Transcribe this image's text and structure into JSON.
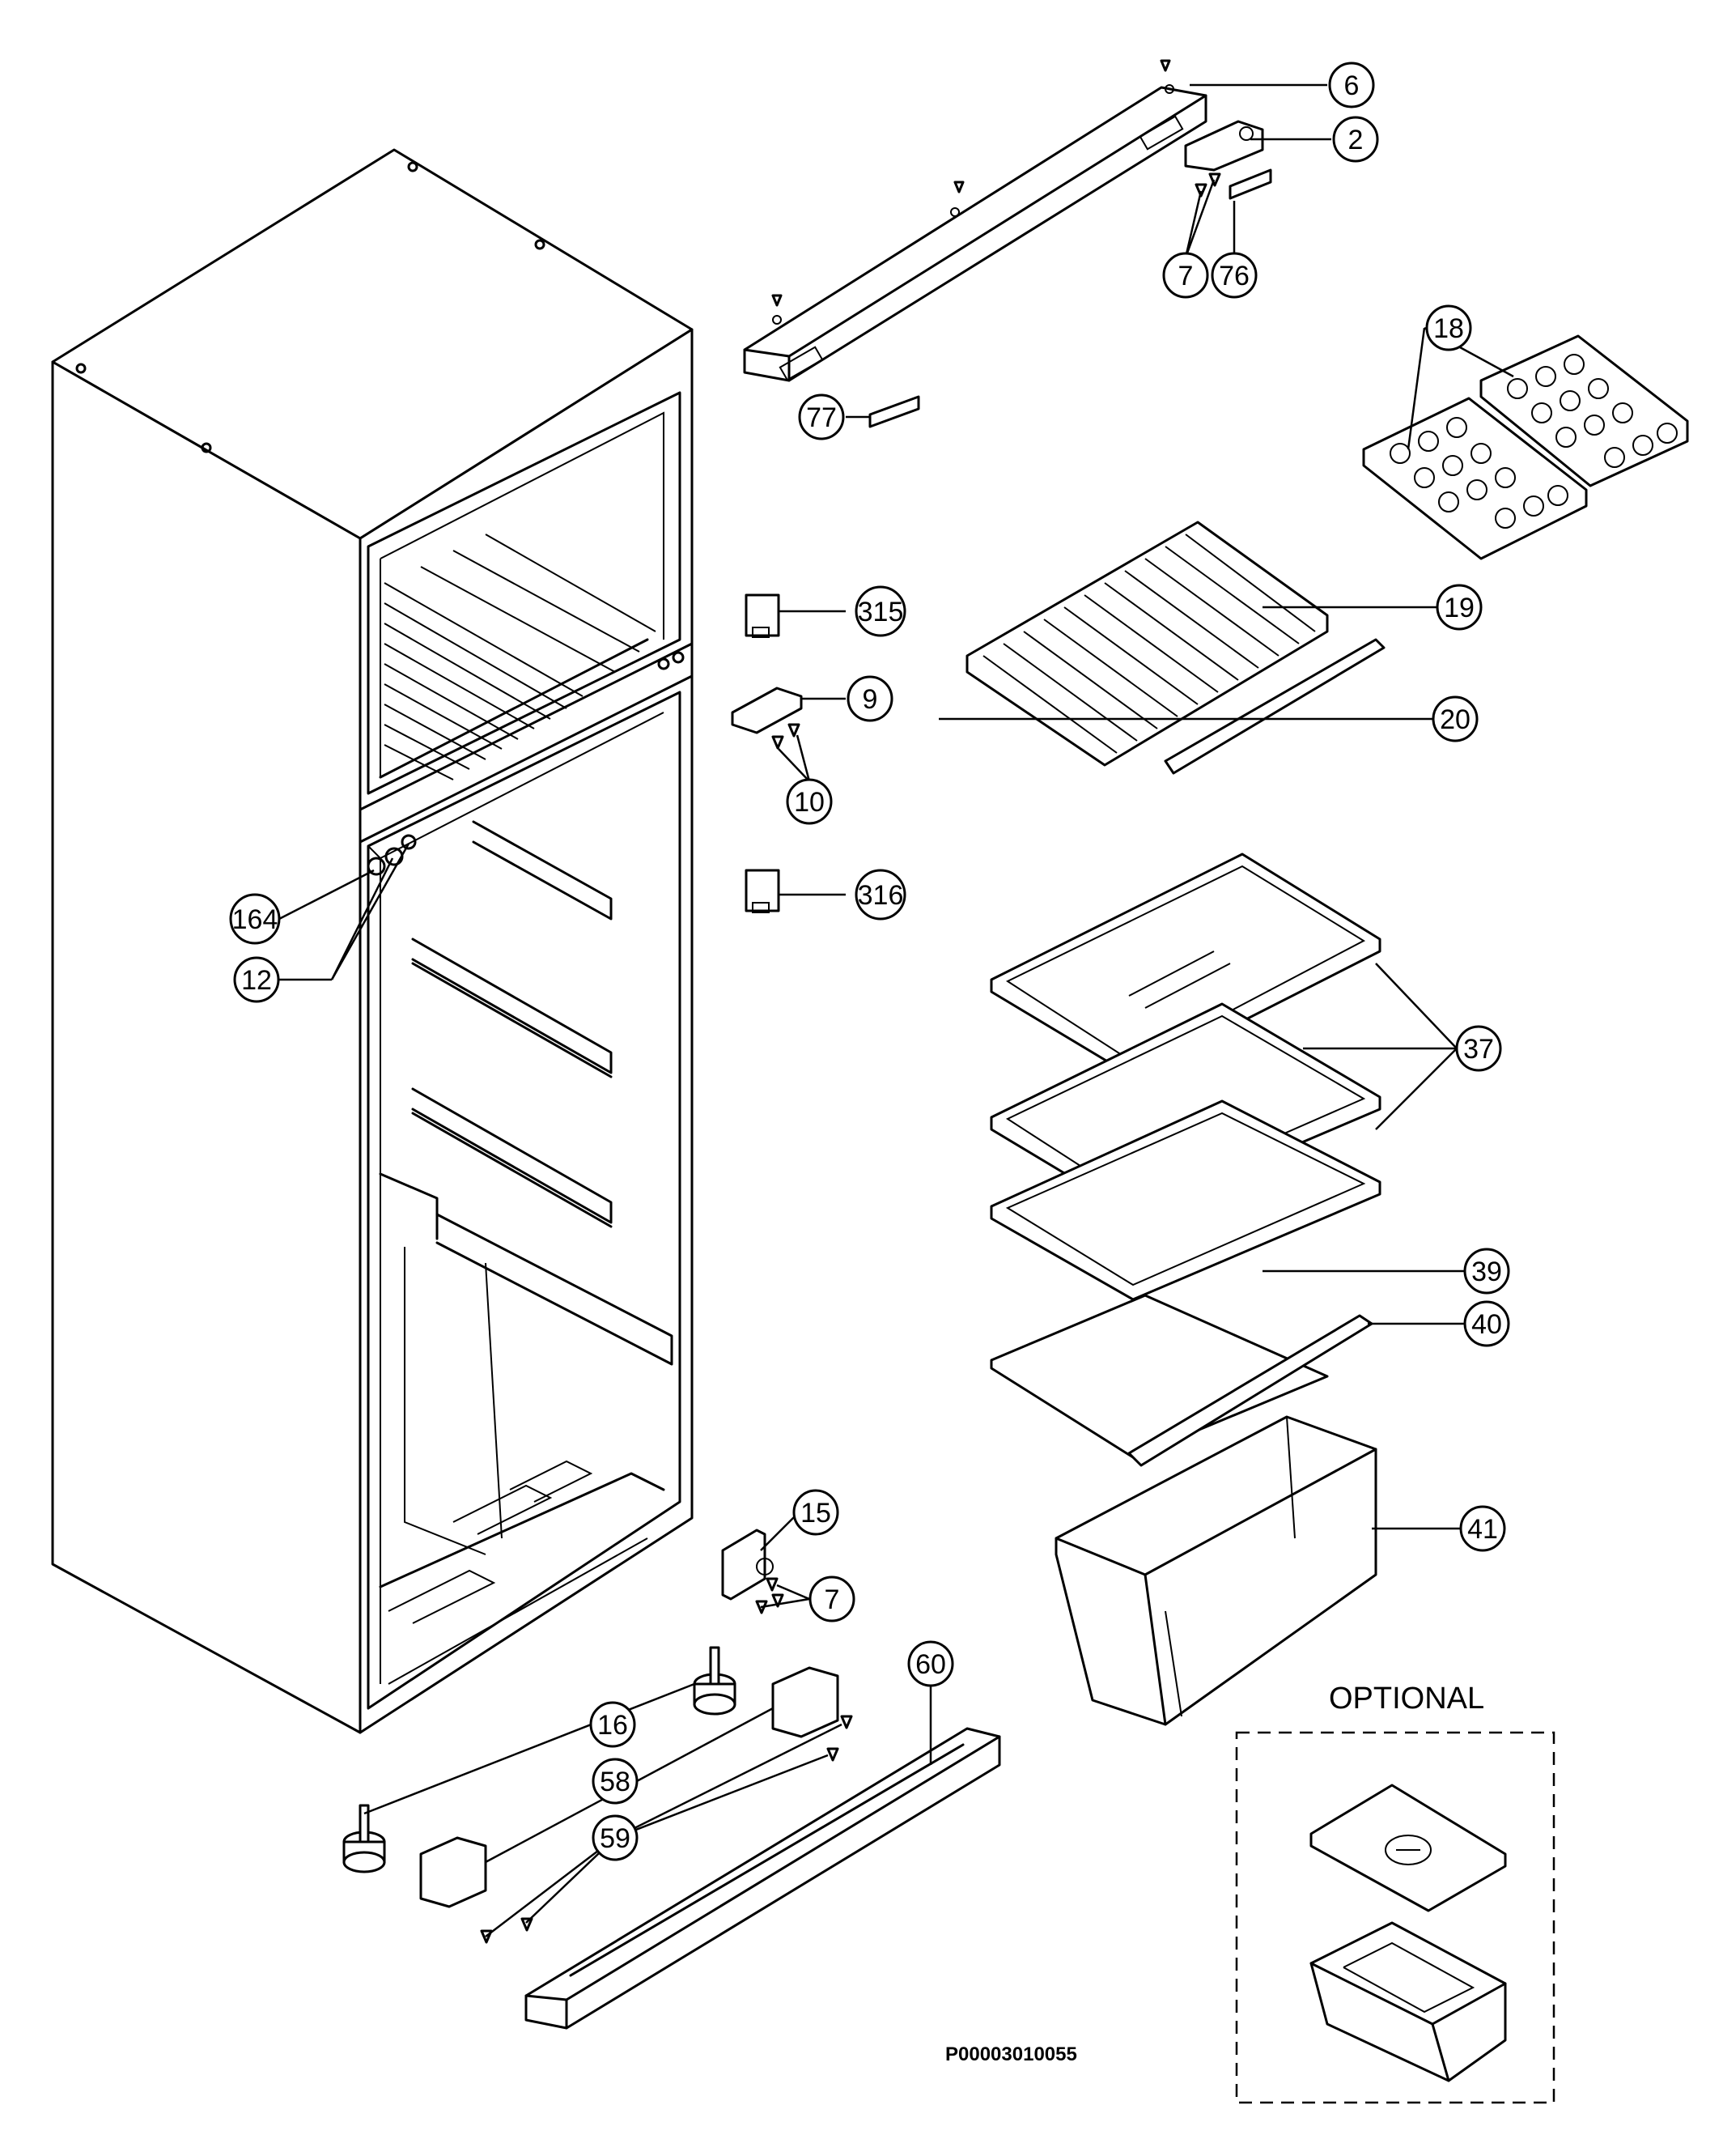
{
  "labels": {
    "optional": "OPTIONAL",
    "drawing_id": "P00003010055"
  },
  "callouts": [
    {
      "id": "part-6",
      "text": "6"
    },
    {
      "id": "part-2",
      "text": "2"
    },
    {
      "id": "part-7-top",
      "text": "7"
    },
    {
      "id": "part-76",
      "text": "76"
    },
    {
      "id": "part-77",
      "text": "77"
    },
    {
      "id": "part-18",
      "text": "18"
    },
    {
      "id": "part-315",
      "text": "315"
    },
    {
      "id": "part-19",
      "text": "19"
    },
    {
      "id": "part-9",
      "text": "9"
    },
    {
      "id": "part-20",
      "text": "20"
    },
    {
      "id": "part-10",
      "text": "10"
    },
    {
      "id": "part-316",
      "text": "316"
    },
    {
      "id": "part-164",
      "text": "164"
    },
    {
      "id": "part-12",
      "text": "12"
    },
    {
      "id": "part-37",
      "text": "37"
    },
    {
      "id": "part-39",
      "text": "39"
    },
    {
      "id": "part-40",
      "text": "40"
    },
    {
      "id": "part-41",
      "text": "41"
    },
    {
      "id": "part-15",
      "text": "15"
    },
    {
      "id": "part-7-bottom",
      "text": "7"
    },
    {
      "id": "part-60",
      "text": "60"
    },
    {
      "id": "part-16",
      "text": "16"
    },
    {
      "id": "part-58",
      "text": "58"
    },
    {
      "id": "part-59",
      "text": "59"
    }
  ]
}
